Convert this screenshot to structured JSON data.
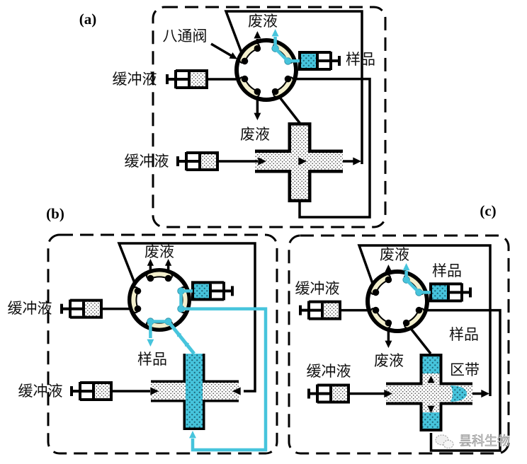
{
  "figure": {
    "panel_a": {
      "label": "(a)",
      "valve_label": "八通阀",
      "waste_top": "废液",
      "waste_bottom": "废液",
      "sample_syringe_label": "样品",
      "buffer_top": "缓冲液",
      "buffer_bottom": "缓冲液"
    },
    "panel_b": {
      "label": "(b)",
      "waste_top": "废液",
      "buffer_top": "缓冲液",
      "buffer_bottom": "缓冲液",
      "sample_outlet_label": "样品"
    },
    "panel_c": {
      "label": "(c)",
      "waste_top": "废液",
      "waste_bottom": "废液",
      "sample_syringe_label": "样品",
      "buffer_top": "缓冲液",
      "buffer_bottom": "缓冲液",
      "sample_zone_label": [
        "样品",
        "区带"
      ]
    }
  },
  "watermark": {
    "icon": "wechat-icon",
    "text": "昙科生物"
  },
  "colors": {
    "sample": "#46c4dc",
    "sample_dots": "#1d6578",
    "loop": "#f3efcc",
    "line": "#000000",
    "channel_dots": "#555555"
  }
}
